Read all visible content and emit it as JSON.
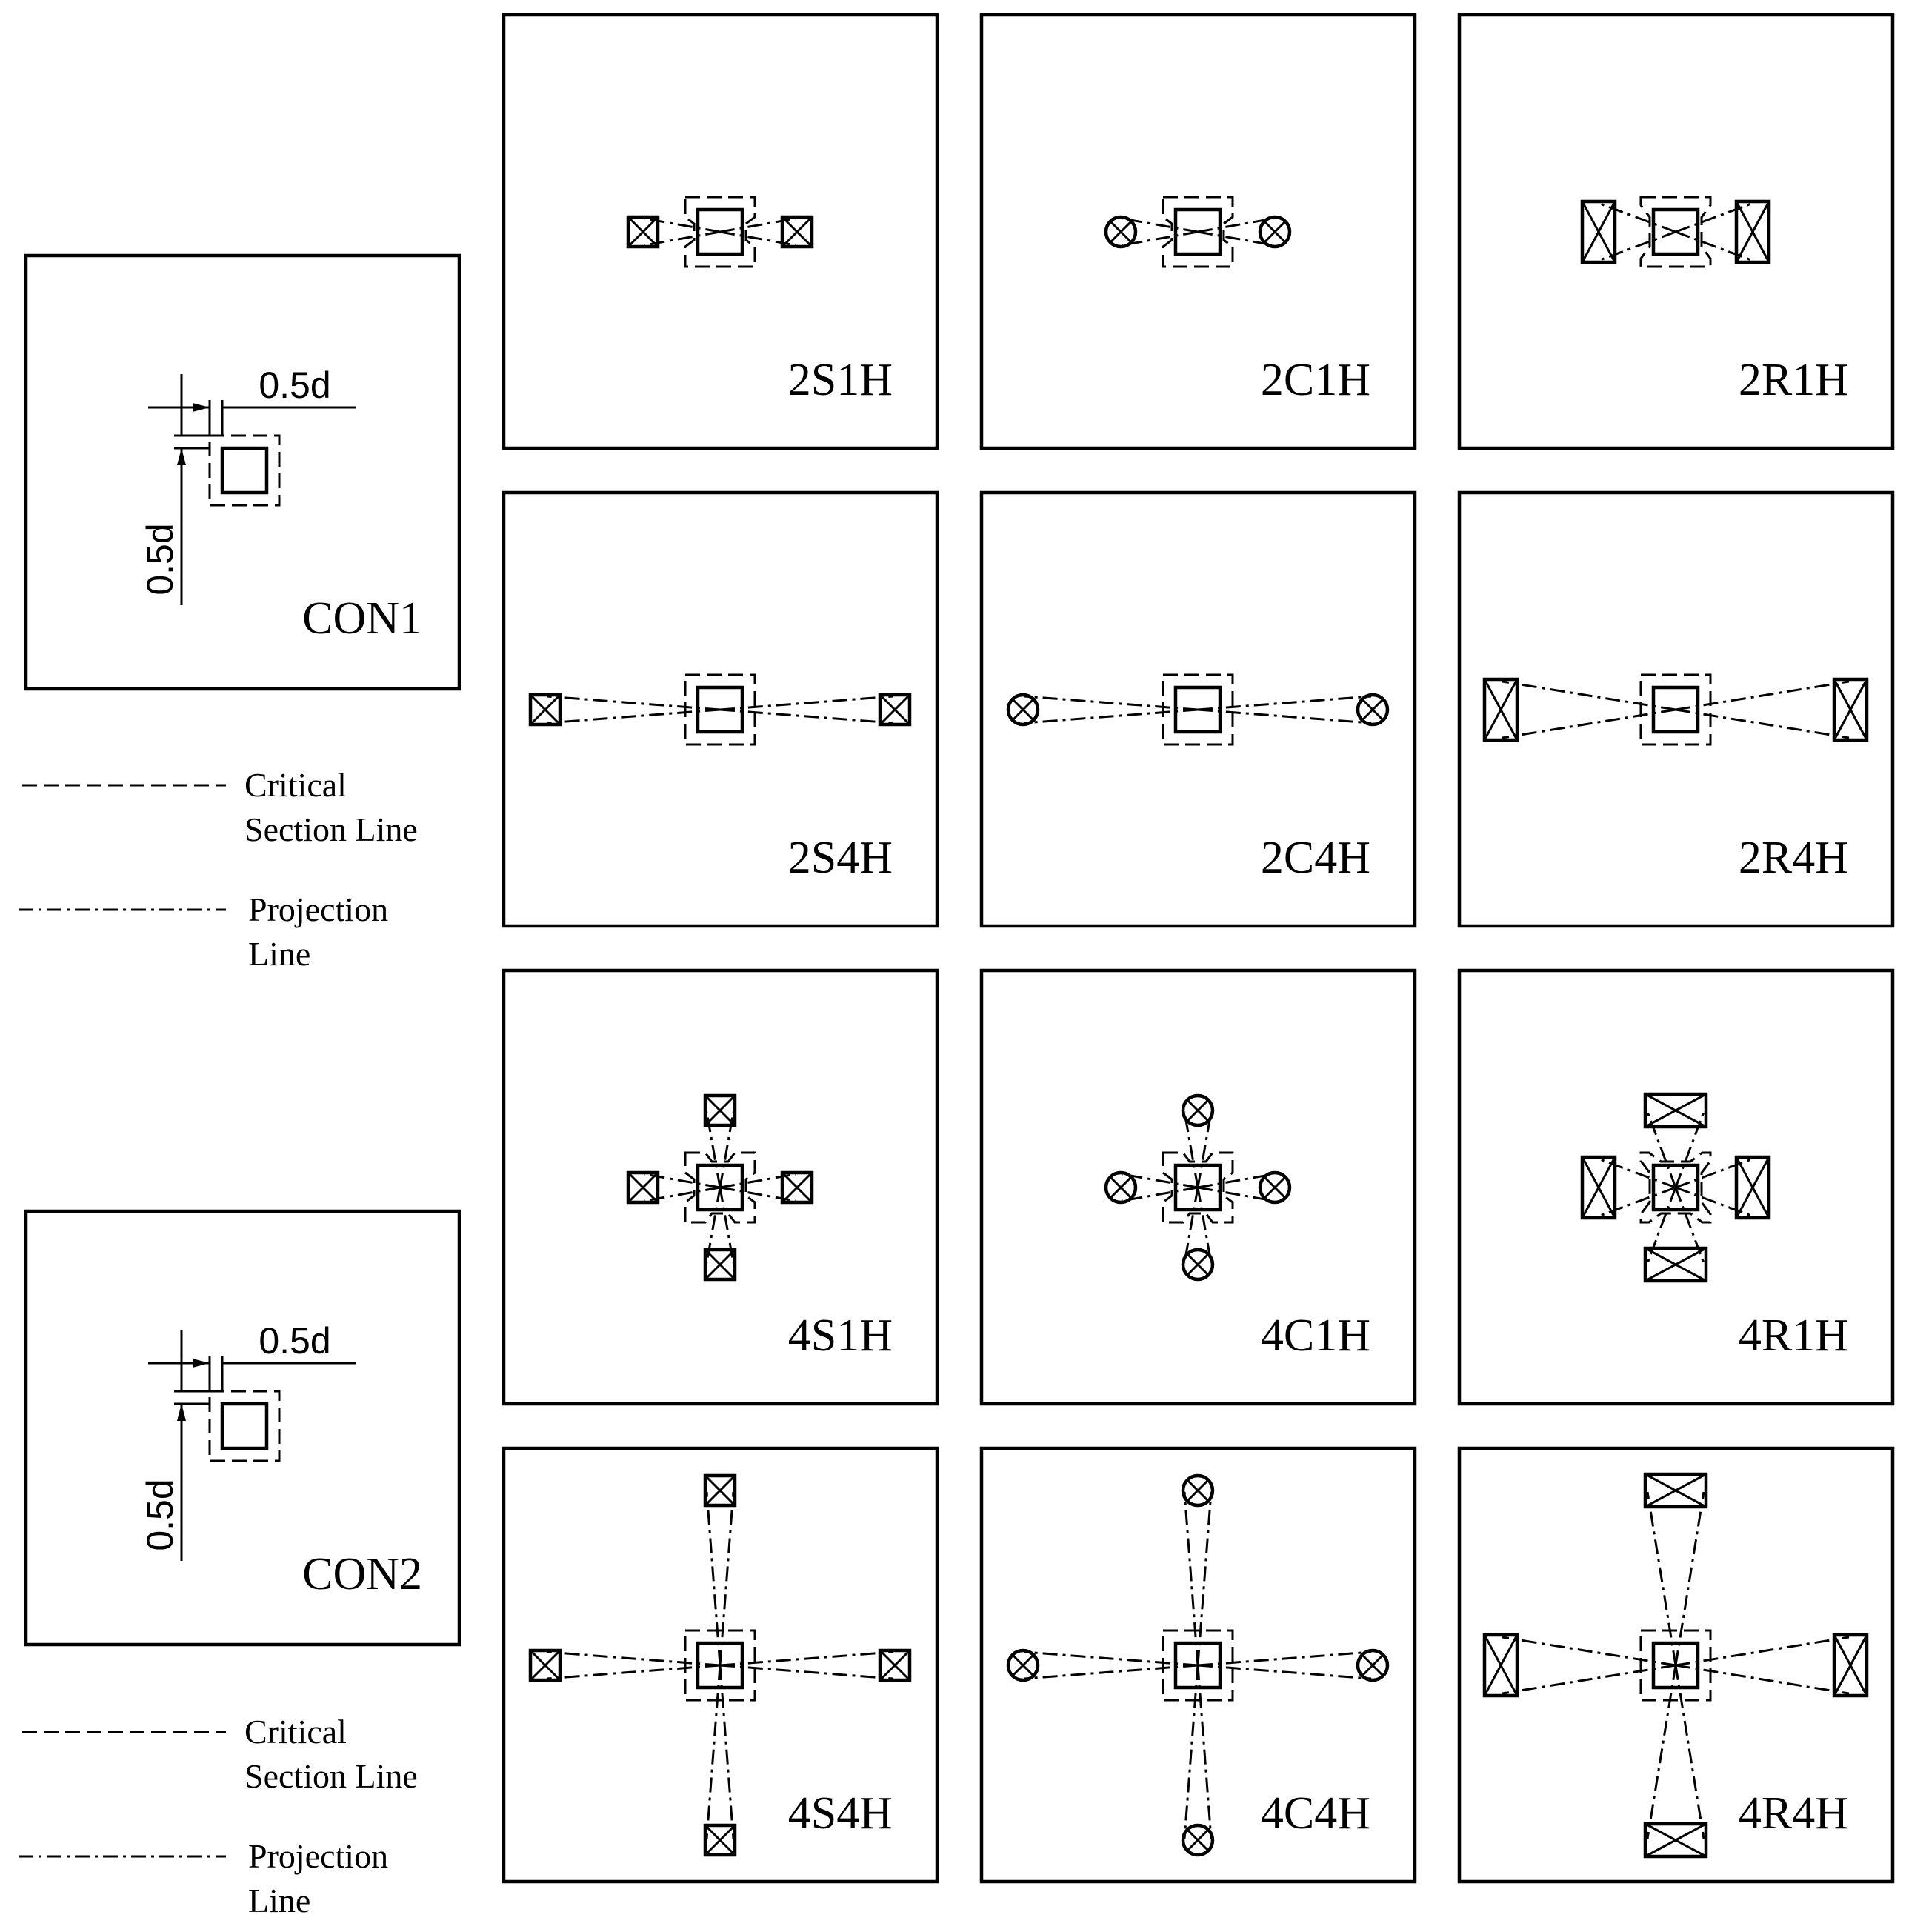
{
  "panels": [
    {
      "id": "CON1",
      "label": "CON1"
    },
    {
      "id": "CON2",
      "label": "CON2"
    },
    {
      "id": "2S1H",
      "label": "2S1H",
      "holes": 2,
      "shape": "square",
      "placement": "near"
    },
    {
      "id": "2C1H",
      "label": "2C1H",
      "holes": 2,
      "shape": "circle",
      "placement": "near"
    },
    {
      "id": "2R1H",
      "label": "2R1H",
      "holes": 2,
      "shape": "rectangle",
      "placement": "near"
    },
    {
      "id": "2S4H",
      "label": "2S4H",
      "holes": 2,
      "shape": "square",
      "placement": "far"
    },
    {
      "id": "2C4H",
      "label": "2C4H",
      "holes": 2,
      "shape": "circle",
      "placement": "far"
    },
    {
      "id": "2R4H",
      "label": "2R4H",
      "holes": 2,
      "shape": "rectangle",
      "placement": "far"
    },
    {
      "id": "4S1H",
      "label": "4S1H",
      "holes": 4,
      "shape": "square",
      "placement": "near"
    },
    {
      "id": "4C1H",
      "label": "4C1H",
      "holes": 4,
      "shape": "circle",
      "placement": "near"
    },
    {
      "id": "4R1H",
      "label": "4R1H",
      "holes": 4,
      "shape": "rectangle",
      "placement": "near"
    },
    {
      "id": "4S4H",
      "label": "4S4H",
      "holes": 4,
      "shape": "square",
      "placement": "far"
    },
    {
      "id": "4C4H",
      "label": "4C4H",
      "holes": 4,
      "shape": "circle",
      "placement": "far"
    },
    {
      "id": "4R4H",
      "label": "4R4H",
      "holes": 4,
      "shape": "rectangle",
      "placement": "far"
    }
  ],
  "dimension_label": "0.5d",
  "legend": {
    "critical_line1": "Critical",
    "critical_line2": "Section Line",
    "projection_line1": "Projection",
    "projection_line2": "Line"
  }
}
